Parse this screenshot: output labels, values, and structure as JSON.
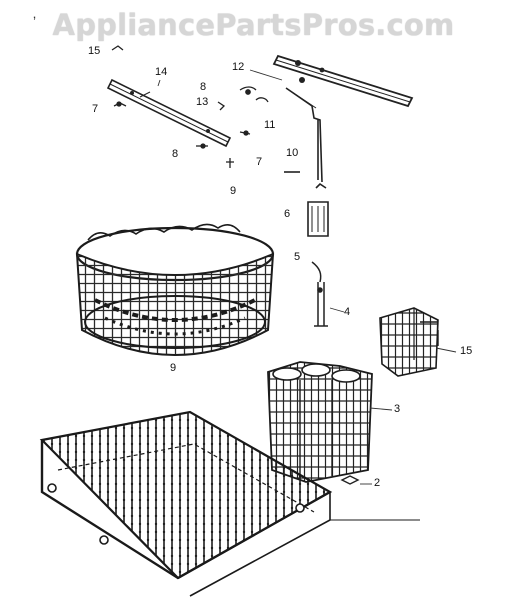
{
  "watermark": "AppliancePartsPros.com",
  "parts": [
    {
      "id": "p15a",
      "num": "15"
    },
    {
      "id": "p14",
      "num": "14"
    },
    {
      "id": "p12",
      "num": "12"
    },
    {
      "id": "p7a",
      "num": "7"
    },
    {
      "id": "p8a",
      "num": "8"
    },
    {
      "id": "p13",
      "num": "13"
    },
    {
      "id": "p11",
      "num": "11"
    },
    {
      "id": "p8b",
      "num": "8"
    },
    {
      "id": "p7b",
      "num": "7"
    },
    {
      "id": "p10",
      "num": "10"
    },
    {
      "id": "p9a",
      "num": "9"
    },
    {
      "id": "p6",
      "num": "6"
    },
    {
      "id": "p5",
      "num": "5"
    },
    {
      "id": "p4",
      "num": "4"
    },
    {
      "id": "p15b",
      "num": "15"
    },
    {
      "id": "p9b",
      "num": "9"
    },
    {
      "id": "p3",
      "num": "3"
    },
    {
      "id": "p2",
      "num": "2"
    }
  ]
}
